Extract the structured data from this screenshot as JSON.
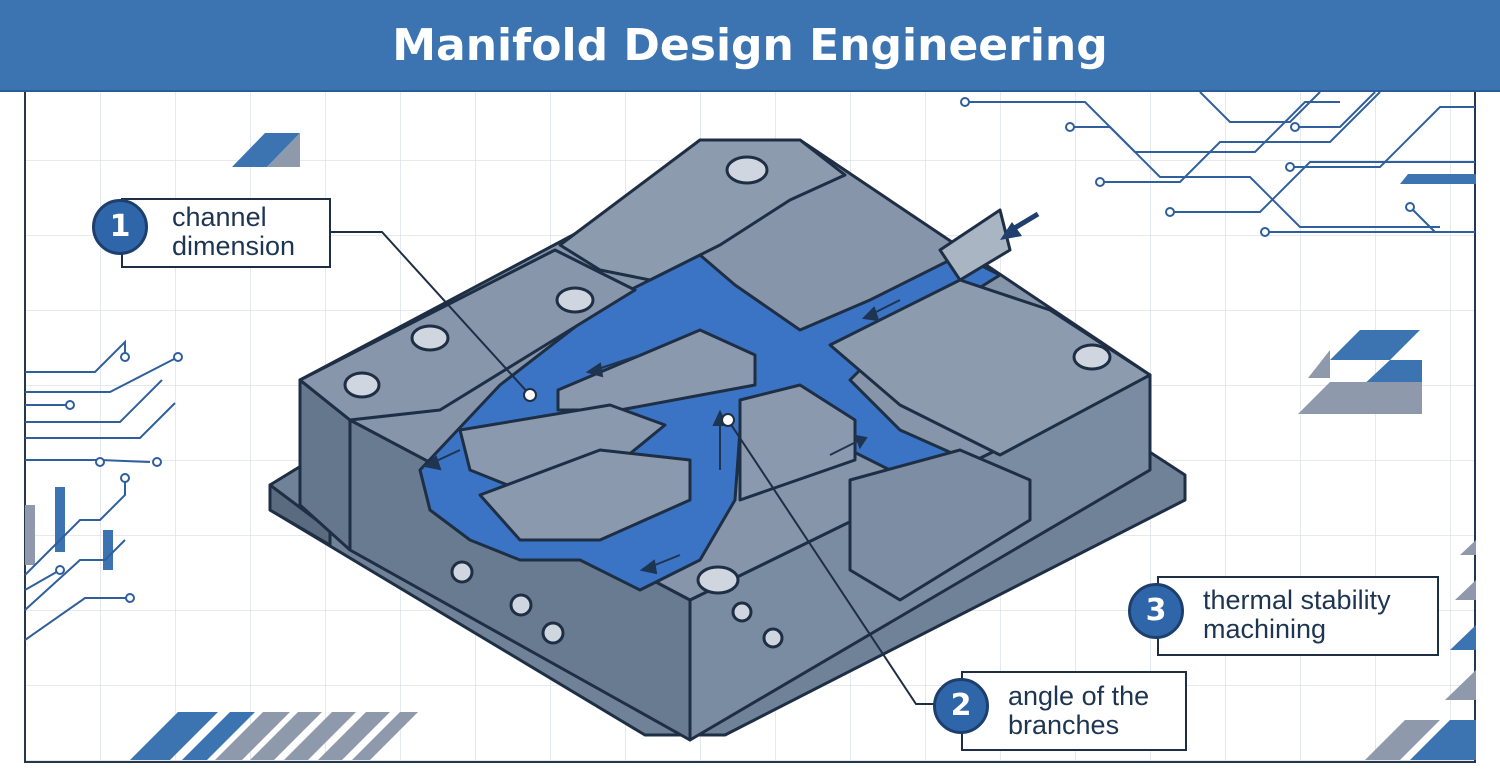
{
  "header": {
    "title": "Manifold Design Engineering"
  },
  "callouts": [
    {
      "number": "1",
      "line1": "channel",
      "line2": "dimension"
    },
    {
      "number": "2",
      "line1": "angle of the",
      "line2": "branches"
    },
    {
      "number": "3",
      "line1": "thermal stability",
      "line2": "machining"
    }
  ],
  "colors": {
    "accent": "#3b74b1",
    "metal": "#7c8da3",
    "channel": "#3d74c4",
    "outline": "#1e2f45"
  },
  "icons": [
    "inlet-arrow-icon",
    "circuit-trace-icon"
  ]
}
